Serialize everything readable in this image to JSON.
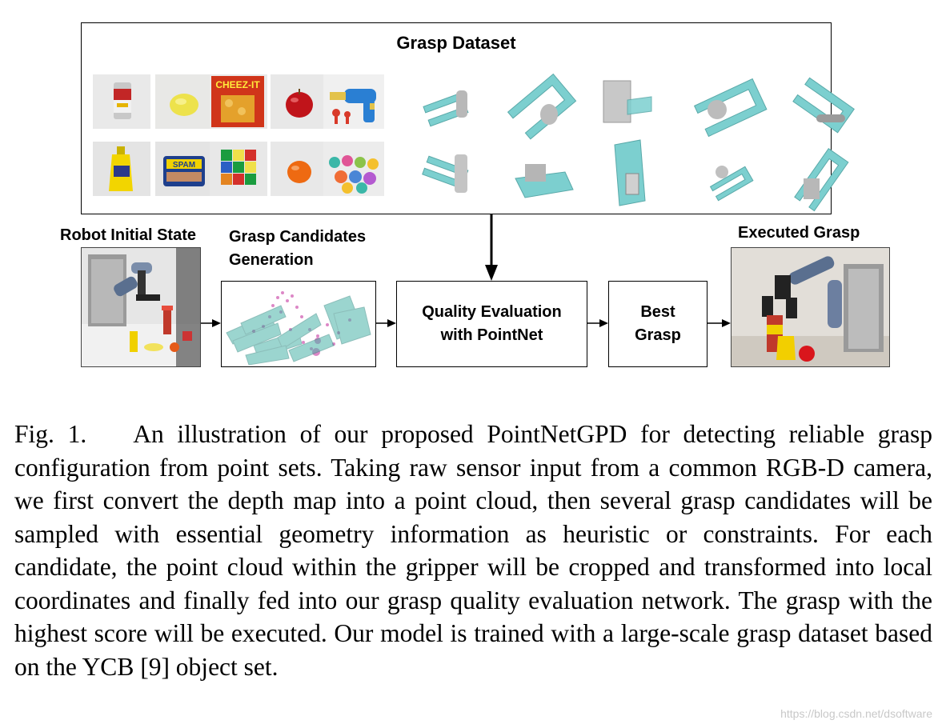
{
  "figure": {
    "dataset_title": "Grasp Dataset",
    "robot_initial_state_label": "Robot Initial State",
    "candidates_label_line1": "Grasp Candidates",
    "candidates_label_line2": "Generation",
    "quality_line1": "Quality Evaluation",
    "quality_line2": "with PointNet",
    "best_line1": "Best",
    "best_line2": "Grasp",
    "executed_label": "Executed Grasp",
    "objects_row1": [
      "soup-can",
      "lemon",
      "cheez-it-box",
      "apple",
      "power-drill"
    ],
    "objects_row2": [
      "mustard-bottle",
      "spam-can",
      "rubiks-cube",
      "orange",
      "cups"
    ],
    "cheezit_text": "CHEEZ-IT",
    "spam_text": "SPAM",
    "colors": {
      "gripper_teal": "#7ccfcf",
      "object_gray": "#b8b8b8",
      "point_magenta": "#d46ab8"
    }
  },
  "caption": {
    "lead": "Fig. 1.",
    "text": "An illustration of our proposed PointNetGPD for detecting reliable grasp configuration from point sets. Taking raw sensor input from a common RGB-D camera, we first convert the depth map into a point cloud, then several grasp candidates will be sampled with essential geometry information as heuristic or constraints. For each candidate, the point cloud within the gripper will be cropped and transformed into local coordinates and finally fed into our grasp quality evaluation network. The grasp with the highest score will be executed. Our model is trained with a large-scale grasp dataset based on the YCB [9] object set."
  },
  "watermark": "https://blog.csdn.net/dsoftware"
}
